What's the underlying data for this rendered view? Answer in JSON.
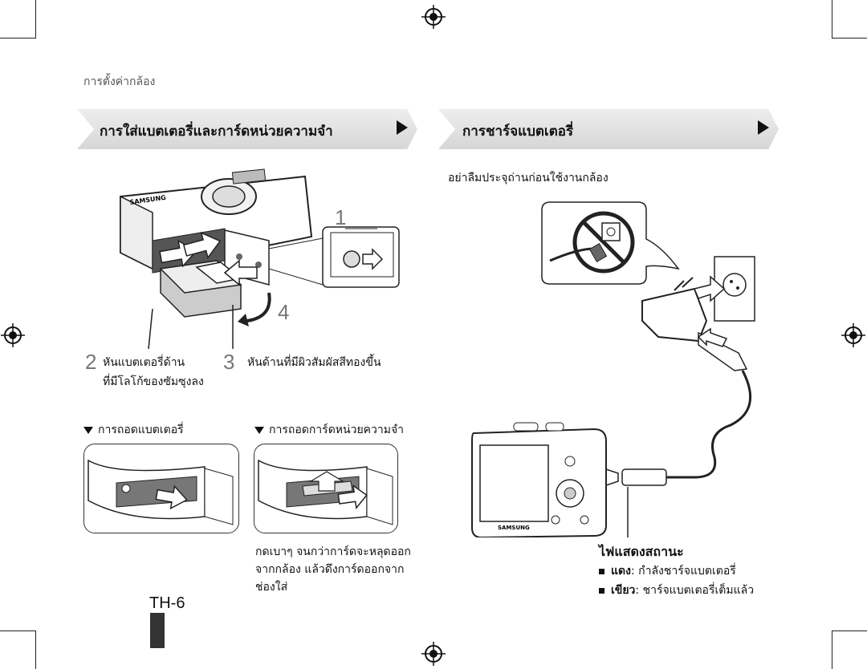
{
  "header": {
    "breadcrumb": "การตั้งค่ากล้อง"
  },
  "left_section": {
    "title": "การใส่แบตเตอรี่และการ์ดหน่วยความจำ",
    "step1": "1",
    "step4": "4",
    "step2_num": "2",
    "step2_text_line1": "หันแบตเตอรี่ด้าน",
    "step2_text_line2": "ที่มีโลโก้ของซัมซุงลง",
    "step3_num": "3",
    "step3_text": "หันด้านที่มีผิวสัมผัสสีทองขึ้น",
    "remove_battery": "การถอดแบตเตอรี่",
    "remove_card": "การถอดการ์ดหน่วยความจำ",
    "note_line1": "กดเบาๆ จนกว่าการ์ดจะหลุดออก",
    "note_line2": "จากกล้อง แล้วดึงการ์ดออกจาก",
    "note_line3": "ช่องใส่"
  },
  "right_section": {
    "title": "การชาร์จแบตเตอรี่",
    "subtitle": "อย่าลืมประจุถ่านก่อนใช้งานกล้อง",
    "status_title": "ไฟแสดงสถานะ",
    "status_items": [
      {
        "label": "แดง",
        "desc": ": กำลังชาร์จแบตเตอรี่"
      },
      {
        "label": "เขียว",
        "desc": ": ชาร์จแบตเตอรี่เต็มแล้ว"
      }
    ]
  },
  "camera_brand": "SAMSUNG",
  "page_number": "TH-6"
}
